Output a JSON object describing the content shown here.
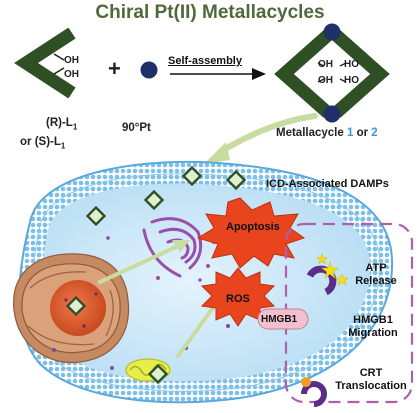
{
  "title": "Chiral Pt(II) Metallacycles",
  "ligand": {
    "oh_top": "OH",
    "oh_bottom": "OH",
    "label_r_prefix": "(R)-L",
    "label_s_prefix": "or  (S)-L",
    "subscript": "1"
  },
  "plus_sign": "+",
  "pt_label": "90°Pt",
  "arrow_label": "Self-assembly",
  "metallacycle": {
    "oh_left_top": "OH",
    "oh_left_bottom": "OH",
    "ho_right_top": "HO",
    "ho_right_bottom": "HO",
    "label_prefix": "Metallacycle ",
    "label_num1": "1",
    "label_or": " or ",
    "label_num2": "2"
  },
  "cell": {
    "icd_label": "ICD-Associated DAMPs",
    "apoptosis_label": "Apoptosis",
    "ros_label": "ROS",
    "hmgb1_label": "HMGB1"
  },
  "damps": {
    "atp": "ATP\nRelease",
    "hmgb1": "HMGB1\nMigration",
    "crt": "CRT\nTranslocation"
  },
  "colors": {
    "title_green": "#4e6a3a",
    "ligand_green": "#2f4f24",
    "pt_navy": "#1e2f6a",
    "highlight_blue": "#3a9ad9",
    "starburst_red": "#e8451f",
    "membrane_blue": "#74b9e8",
    "cytoplasm_blue": "#c7e6f8",
    "dashed_purple": "#b060a8",
    "arrow_green": "#c8dca0"
  }
}
